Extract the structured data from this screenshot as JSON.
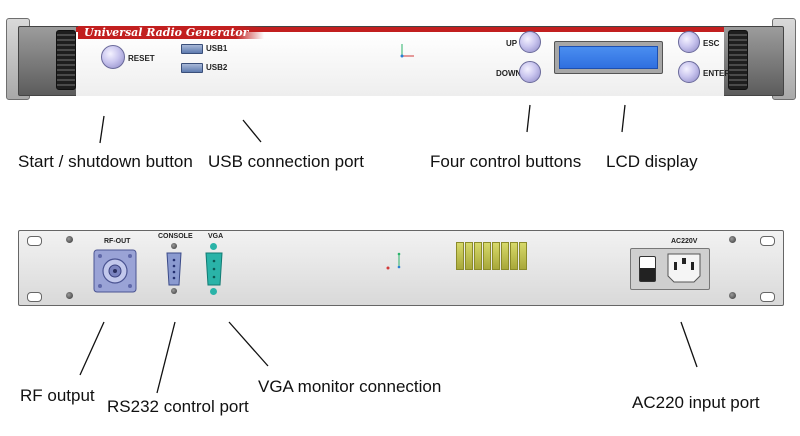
{
  "front_panel": {
    "brand": "Universal Radio Generator",
    "reset_label": "RESET",
    "usb1_label": "USB1",
    "usb2_label": "USB2",
    "up_label": "UP",
    "down_label": "DOWN",
    "esc_label": "ESC",
    "enter_label": "ENTER"
  },
  "front_callouts": {
    "start_shutdown": "Start / shutdown button",
    "usb_port": "USB connection port",
    "control_buttons": "Four control buttons",
    "lcd_display": "LCD display"
  },
  "rear_panel": {
    "rf_out_label": "RF-OUT",
    "console_label": "CONSOLE",
    "vga_label": "VGA",
    "ac_label": "AC220V"
  },
  "rear_callouts": {
    "rf_output": "RF output",
    "rs232": "RS232 control port",
    "vga_monitor": "VGA monitor connection",
    "ac_input": "AC220 input port"
  },
  "colors": {
    "brand_red": "#c21f1f",
    "button_lilac": "#c9c5ee",
    "lcd_blue": "#3b7ee8",
    "vga_teal": "#2ab3a8",
    "console_blue": "#8a9ad0",
    "vent_yellow": "#c8c84a"
  }
}
